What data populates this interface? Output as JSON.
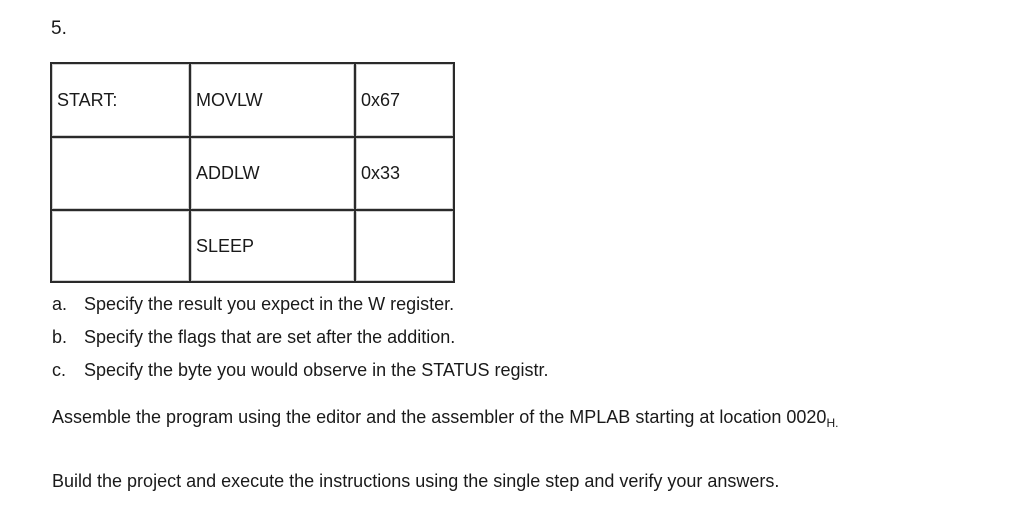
{
  "question_number": "5.",
  "table": {
    "rows": [
      {
        "label": "START:",
        "mnemonic": "MOVLW",
        "operand": "0x67"
      },
      {
        "label": "",
        "mnemonic": "ADDLW",
        "operand": "0x33"
      },
      {
        "label": "",
        "mnemonic": "SLEEP",
        "operand": ""
      }
    ]
  },
  "sub_questions": [
    {
      "marker": "a.",
      "text": "Specify the result you expect in the W register."
    },
    {
      "marker": "b.",
      "text": "Specify the flags that are set after the addition."
    },
    {
      "marker": "c.",
      "text": "Specify the byte you would observe in the STATUS registr."
    }
  ],
  "paragraph_1": {
    "text": "Assemble the program using the editor and the assembler of the MPLAB starting at location 0020",
    "subscript": "H."
  },
  "paragraph_2": "Build the project and execute the instructions using the single step and verify your answers."
}
